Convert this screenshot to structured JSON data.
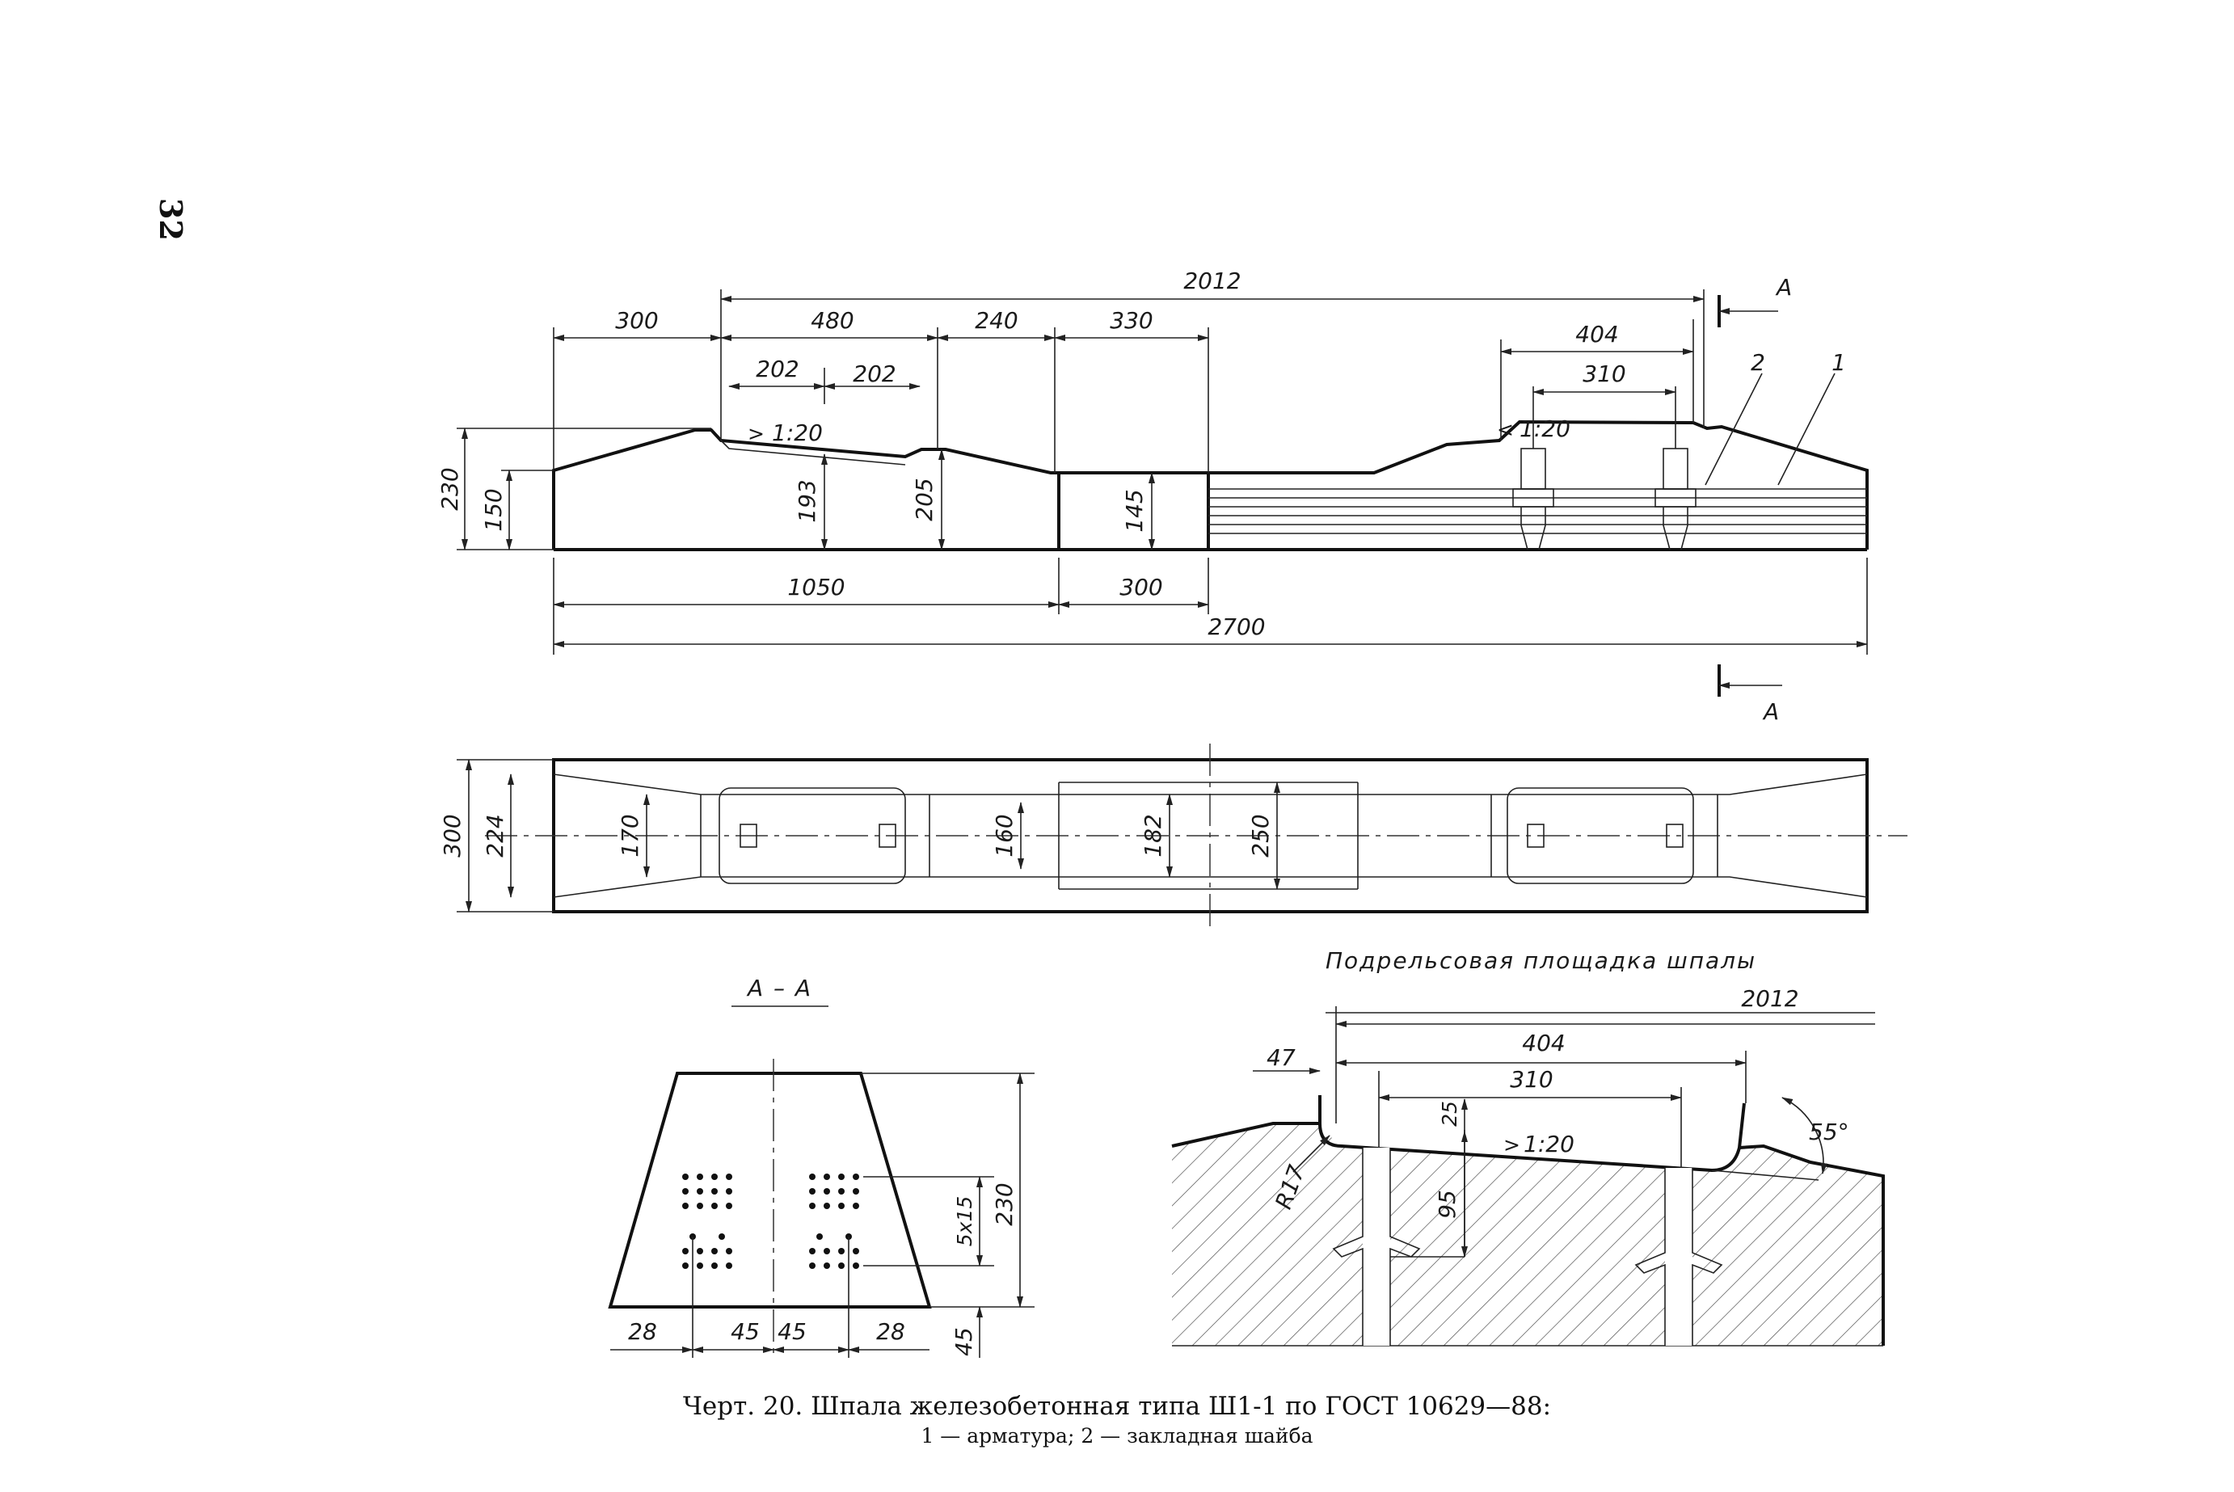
{
  "page_number": "32",
  "caption": {
    "title": "Черт. 20. Шпала железобетонная типа Ш1-1 по ГОСТ 10629—88:",
    "legend": "1 — арматура; 2 — закладная шайба"
  },
  "section_marks": {
    "letter": "А",
    "section_title": "А – А"
  },
  "detail_title": "Подрельсовая площадка шпалы",
  "item_labels": [
    "1",
    "2"
  ],
  "elevation": {
    "dims_top": [
      "2012",
      "300",
      "480",
      "240",
      "330",
      "404",
      "310",
      "202",
      "202"
    ],
    "slope": "1:20",
    "dims_vertical": [
      "230",
      "150",
      "193",
      "205",
      "145"
    ],
    "dims_bottom": [
      "1050",
      "300",
      "2700"
    ]
  },
  "plan": {
    "dims": [
      "300",
      "224",
      "170",
      "160",
      "182",
      "250"
    ]
  },
  "section_aa": {
    "dims": [
      "5x15",
      "230",
      "45",
      "28",
      "45",
      "45",
      "28"
    ]
  },
  "rail_seat": {
    "dims": [
      "2012",
      "404",
      "47",
      "310",
      "25",
      "95",
      "R17",
      "55°"
    ],
    "slope": "1:20"
  }
}
